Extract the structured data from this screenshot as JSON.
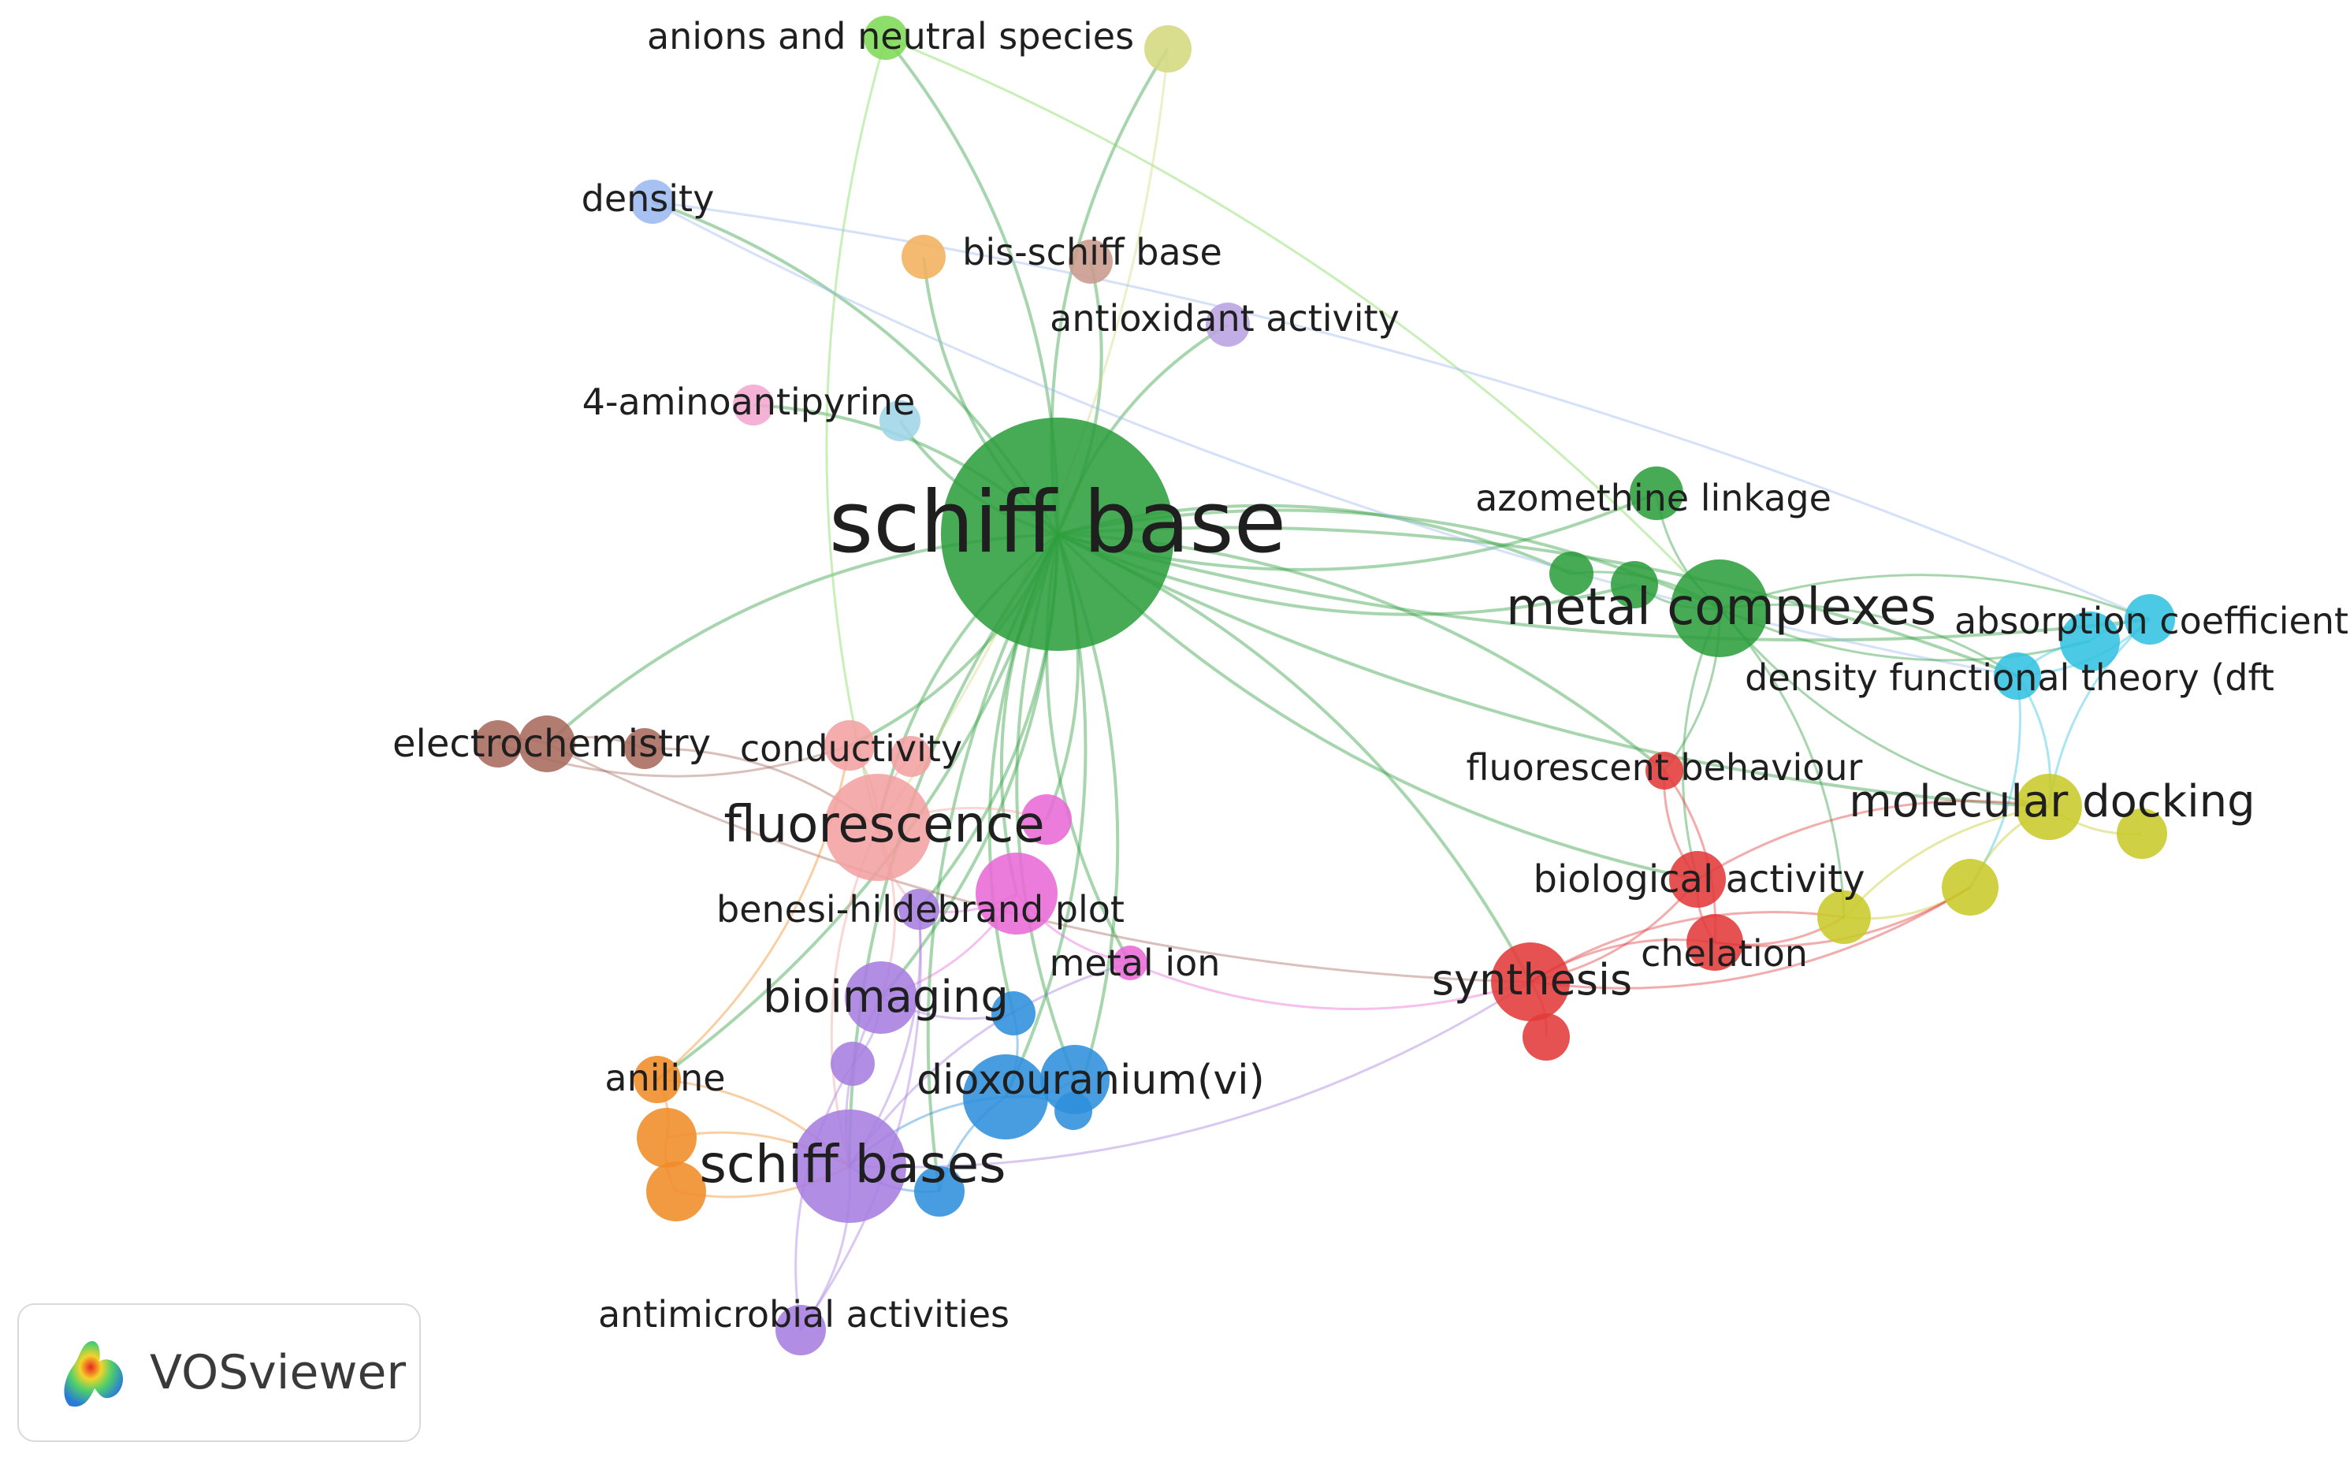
{
  "app": {
    "name": "VOSviewer"
  },
  "colors": {
    "green": "#4caf50",
    "dark_green": "#2e9e3e",
    "light_green": "#7ed957",
    "khaki": "#d4d980",
    "blue_light": "#9ab8f0",
    "orange_light": "#f2b05e",
    "brown_light": "#c99a8c",
    "lavender": "#b9a3e0",
    "pink_light": "#f2a8d0",
    "cyan_light": "#9fd6e8",
    "brown": "#a86a5d",
    "salmon": "#f2a0a0",
    "magenta": "#e86ad6",
    "purple": "#a77de0",
    "blue": "#2f8fdc",
    "orange": "#f08c28",
    "red": "#e23a3a",
    "yellow": "#c9c92a",
    "cyan": "#33c2e0"
  },
  "nodes": [
    {
      "id": "schiff_base",
      "label": "schiff base",
      "color": "dark_green"
    },
    {
      "id": "anions",
      "label": "anions and neutral species",
      "color": "light_green"
    },
    {
      "id": "khaki_top",
      "label": "",
      "color": "khaki"
    },
    {
      "id": "density",
      "label": "density",
      "color": "blue_light"
    },
    {
      "id": "orange_top",
      "label": "",
      "color": "orange_light"
    },
    {
      "id": "bis_schiff",
      "label": "bis-schiff base",
      "color": "brown_light"
    },
    {
      "id": "antioxidant",
      "label": "antioxidant activity",
      "color": "lavender"
    },
    {
      "id": "aminoantipyrine",
      "label": "4-aminoantipyrine",
      "color": "pink_light"
    },
    {
      "id": "cyan_small",
      "label": "",
      "color": "cyan_light"
    },
    {
      "id": "azomethine",
      "label": "azomethine linkage",
      "color": "dark_green"
    },
    {
      "id": "green_a",
      "label": "",
      "color": "dark_green"
    },
    {
      "id": "green_b",
      "label": "",
      "color": "dark_green"
    },
    {
      "id": "metal_complexes",
      "label": "metal complexes",
      "color": "dark_green"
    },
    {
      "id": "absorption",
      "label": "absorption coefficient",
      "color": "cyan"
    },
    {
      "id": "cyan_mid",
      "label": "",
      "color": "cyan"
    },
    {
      "id": "dft",
      "label": "density functional theory (dft",
      "color": "cyan"
    },
    {
      "id": "electrochemistry",
      "label": "electrochemistry",
      "color": "brown"
    },
    {
      "id": "brown_a",
      "label": "",
      "color": "brown"
    },
    {
      "id": "brown_b",
      "label": "",
      "color": "brown"
    },
    {
      "id": "conductivity",
      "label": "conductivity",
      "color": "salmon"
    },
    {
      "id": "salmon_b",
      "label": "",
      "color": "salmon"
    },
    {
      "id": "fluorescence",
      "label": "fluorescence",
      "color": "salmon"
    },
    {
      "id": "magenta_a",
      "label": "",
      "color": "magenta"
    },
    {
      "id": "magenta_b",
      "label": "",
      "color": "magenta"
    },
    {
      "id": "benesi",
      "label": "benesi-hildebrand plot",
      "color": "purple"
    },
    {
      "id": "metal_ion",
      "label": "metal ion",
      "color": "magenta"
    },
    {
      "id": "bioimaging",
      "label": "bioimaging",
      "color": "purple"
    },
    {
      "id": "blue_a",
      "label": "",
      "color": "blue"
    },
    {
      "id": "dioxouranium",
      "label": "dioxouranium(vi)",
      "color": "blue"
    },
    {
      "id": "blue_b",
      "label": "",
      "color": "blue"
    },
    {
      "id": "blue_c",
      "label": "",
      "color": "blue"
    },
    {
      "id": "blue_d",
      "label": "",
      "color": "blue"
    },
    {
      "id": "aniline",
      "label": "aniline",
      "color": "orange"
    },
    {
      "id": "orange_a",
      "label": "",
      "color": "orange"
    },
    {
      "id": "orange_b",
      "label": "",
      "color": "orange"
    },
    {
      "id": "purple_a",
      "label": "",
      "color": "purple"
    },
    {
      "id": "schiff_bases",
      "label": "schiff bases",
      "color": "purple"
    },
    {
      "id": "antimicrobial",
      "label": "antimicrobial activities",
      "color": "purple"
    },
    {
      "id": "fluorescent_behaviour",
      "label": "fluorescent behaviour",
      "color": "red"
    },
    {
      "id": "biological_activity",
      "label": "biological activity",
      "color": "red"
    },
    {
      "id": "chelation",
      "label": "chelation",
      "color": "red"
    },
    {
      "id": "synthesis",
      "label": "synthesis",
      "color": "red"
    },
    {
      "id": "red_a",
      "label": "",
      "color": "red"
    },
    {
      "id": "molecular_docking",
      "label": "molecular docking",
      "color": "yellow"
    },
    {
      "id": "yellow_a",
      "label": "",
      "color": "yellow"
    },
    {
      "id": "yellow_b",
      "label": "",
      "color": "yellow"
    },
    {
      "id": "yellow_c",
      "label": "",
      "color": "yellow"
    }
  ],
  "links": [
    [
      "schiff_base",
      "anions"
    ],
    [
      "schiff_base",
      "khaki_top"
    ],
    [
      "schiff_base",
      "density"
    ],
    [
      "schiff_base",
      "orange_top"
    ],
    [
      "schiff_base",
      "bis_schiff"
    ],
    [
      "schiff_base",
      "antioxidant"
    ],
    [
      "schiff_base",
      "aminoantipyrine"
    ],
    [
      "schiff_base",
      "cyan_small"
    ],
    [
      "schiff_base",
      "azomethine"
    ],
    [
      "schiff_base",
      "green_a"
    ],
    [
      "schiff_base",
      "green_b"
    ],
    [
      "schiff_base",
      "metal_complexes"
    ],
    [
      "schiff_base",
      "absorption"
    ],
    [
      "schiff_base",
      "dft"
    ],
    [
      "schiff_base",
      "electrochemistry"
    ],
    [
      "schiff_base",
      "conductivity"
    ],
    [
      "schiff_base",
      "fluorescence"
    ],
    [
      "schiff_base",
      "magenta_a"
    ],
    [
      "schiff_base",
      "magenta_b"
    ],
    [
      "schiff_base",
      "benesi"
    ],
    [
      "schiff_base",
      "metal_ion"
    ],
    [
      "schiff_base",
      "bioimaging"
    ],
    [
      "schiff_base",
      "blue_a"
    ],
    [
      "schiff_base",
      "dioxouranium"
    ],
    [
      "schiff_base",
      "blue_b"
    ],
    [
      "schiff_base",
      "blue_c"
    ],
    [
      "schiff_base",
      "blue_d"
    ],
    [
      "schiff_base",
      "aniline"
    ],
    [
      "schiff_base",
      "schiff_bases"
    ],
    [
      "schiff_base",
      "fluorescent_behaviour"
    ],
    [
      "schiff_base",
      "biological_activity"
    ],
    [
      "schiff_base",
      "synthesis"
    ],
    [
      "schiff_base",
      "molecular_docking"
    ],
    [
      "anions",
      "metal_complexes"
    ],
    [
      "anions",
      "fluorescence"
    ],
    [
      "khaki_top",
      "fluorescence"
    ],
    [
      "density",
      "dft"
    ],
    [
      "density",
      "absorption"
    ],
    [
      "azomethine",
      "metal_complexes"
    ],
    [
      "green_a",
      "metal_complexes"
    ],
    [
      "green_b",
      "metal_complexes"
    ],
    [
      "metal_complexes",
      "absorption"
    ],
    [
      "metal_complexes",
      "cyan_mid"
    ],
    [
      "metal_complexes",
      "dft"
    ],
    [
      "metal_complexes",
      "molecular_docking"
    ],
    [
      "metal_complexes",
      "yellow_a"
    ],
    [
      "metal_complexes",
      "biological_activity"
    ],
    [
      "metal_complexes",
      "fluorescent_behaviour"
    ],
    [
      "absorption",
      "cyan_mid"
    ],
    [
      "absorption",
      "dft"
    ],
    [
      "cyan_mid",
      "dft"
    ],
    [
      "dft",
      "molecular_docking"
    ],
    [
      "absorption",
      "molecular_docking"
    ],
    [
      "dft",
      "yellow_b"
    ],
    [
      "electrochemistry",
      "brown_a"
    ],
    [
      "electrochemistry",
      "brown_b"
    ],
    [
      "brown_a",
      "conductivity"
    ],
    [
      "brown_b",
      "fluorescence"
    ],
    [
      "electrochemistry",
      "synthesis"
    ],
    [
      "conductivity",
      "fluorescence"
    ],
    [
      "salmon_b",
      "fluorescence"
    ],
    [
      "fluorescence",
      "magenta_a"
    ],
    [
      "fluorescence",
      "benesi"
    ],
    [
      "fluorescence",
      "bioimaging"
    ],
    [
      "fluorescence",
      "schiff_bases"
    ],
    [
      "magenta_b",
      "benesi"
    ],
    [
      "magenta_b",
      "metal_ion"
    ],
    [
      "magenta_b",
      "bioimaging"
    ],
    [
      "metal_ion",
      "synthesis"
    ],
    [
      "benesi",
      "schiff_bases"
    ],
    [
      "bioimaging",
      "schiff_bases"
    ],
    [
      "bioimaging",
      "purple_a"
    ],
    [
      "bioimaging",
      "blue_a"
    ],
    [
      "blue_a",
      "dioxouranium"
    ],
    [
      "dioxouranium",
      "blue_b"
    ],
    [
      "dioxouranium",
      "blue_c"
    ],
    [
      "dioxouranium",
      "schiff_bases"
    ],
    [
      "blue_d",
      "schiff_bases"
    ],
    [
      "dioxouranium",
      "blue_d"
    ],
    [
      "aniline",
      "orange_a"
    ],
    [
      "orange_a",
      "orange_b"
    ],
    [
      "aniline",
      "schiff_bases"
    ],
    [
      "orange_b",
      "schiff_bases"
    ],
    [
      "orange_a",
      "schiff_bases"
    ],
    [
      "aniline",
      "conductivity"
    ],
    [
      "schiff_bases",
      "antimicrobial"
    ],
    [
      "purple_a",
      "antimicrobial"
    ],
    [
      "benesi",
      "antimicrobial"
    ],
    [
      "schiff_bases",
      "synthesis"
    ],
    [
      "schiff_bases",
      "metal_ion"
    ],
    [
      "fluorescent_behaviour",
      "biological_activity"
    ],
    [
      "fluorescent_behaviour",
      "chelation"
    ],
    [
      "biological_activity",
      "chelation"
    ],
    [
      "biological_activity",
      "synthesis"
    ],
    [
      "chelation",
      "synthesis"
    ],
    [
      "synthesis",
      "red_a"
    ],
    [
      "chelation",
      "yellow_a"
    ],
    [
      "synthesis",
      "yellow_a"
    ],
    [
      "yellow_a",
      "yellow_b"
    ],
    [
      "yellow_b",
      "molecular_docking"
    ],
    [
      "molecular_docking",
      "yellow_c"
    ],
    [
      "yellow_a",
      "molecular_docking"
    ],
    [
      "synthesis",
      "yellow_b"
    ],
    [
      "biological_activity",
      "molecular_docking"
    ],
    [
      "chelation",
      "yellow_b"
    ]
  ]
}
